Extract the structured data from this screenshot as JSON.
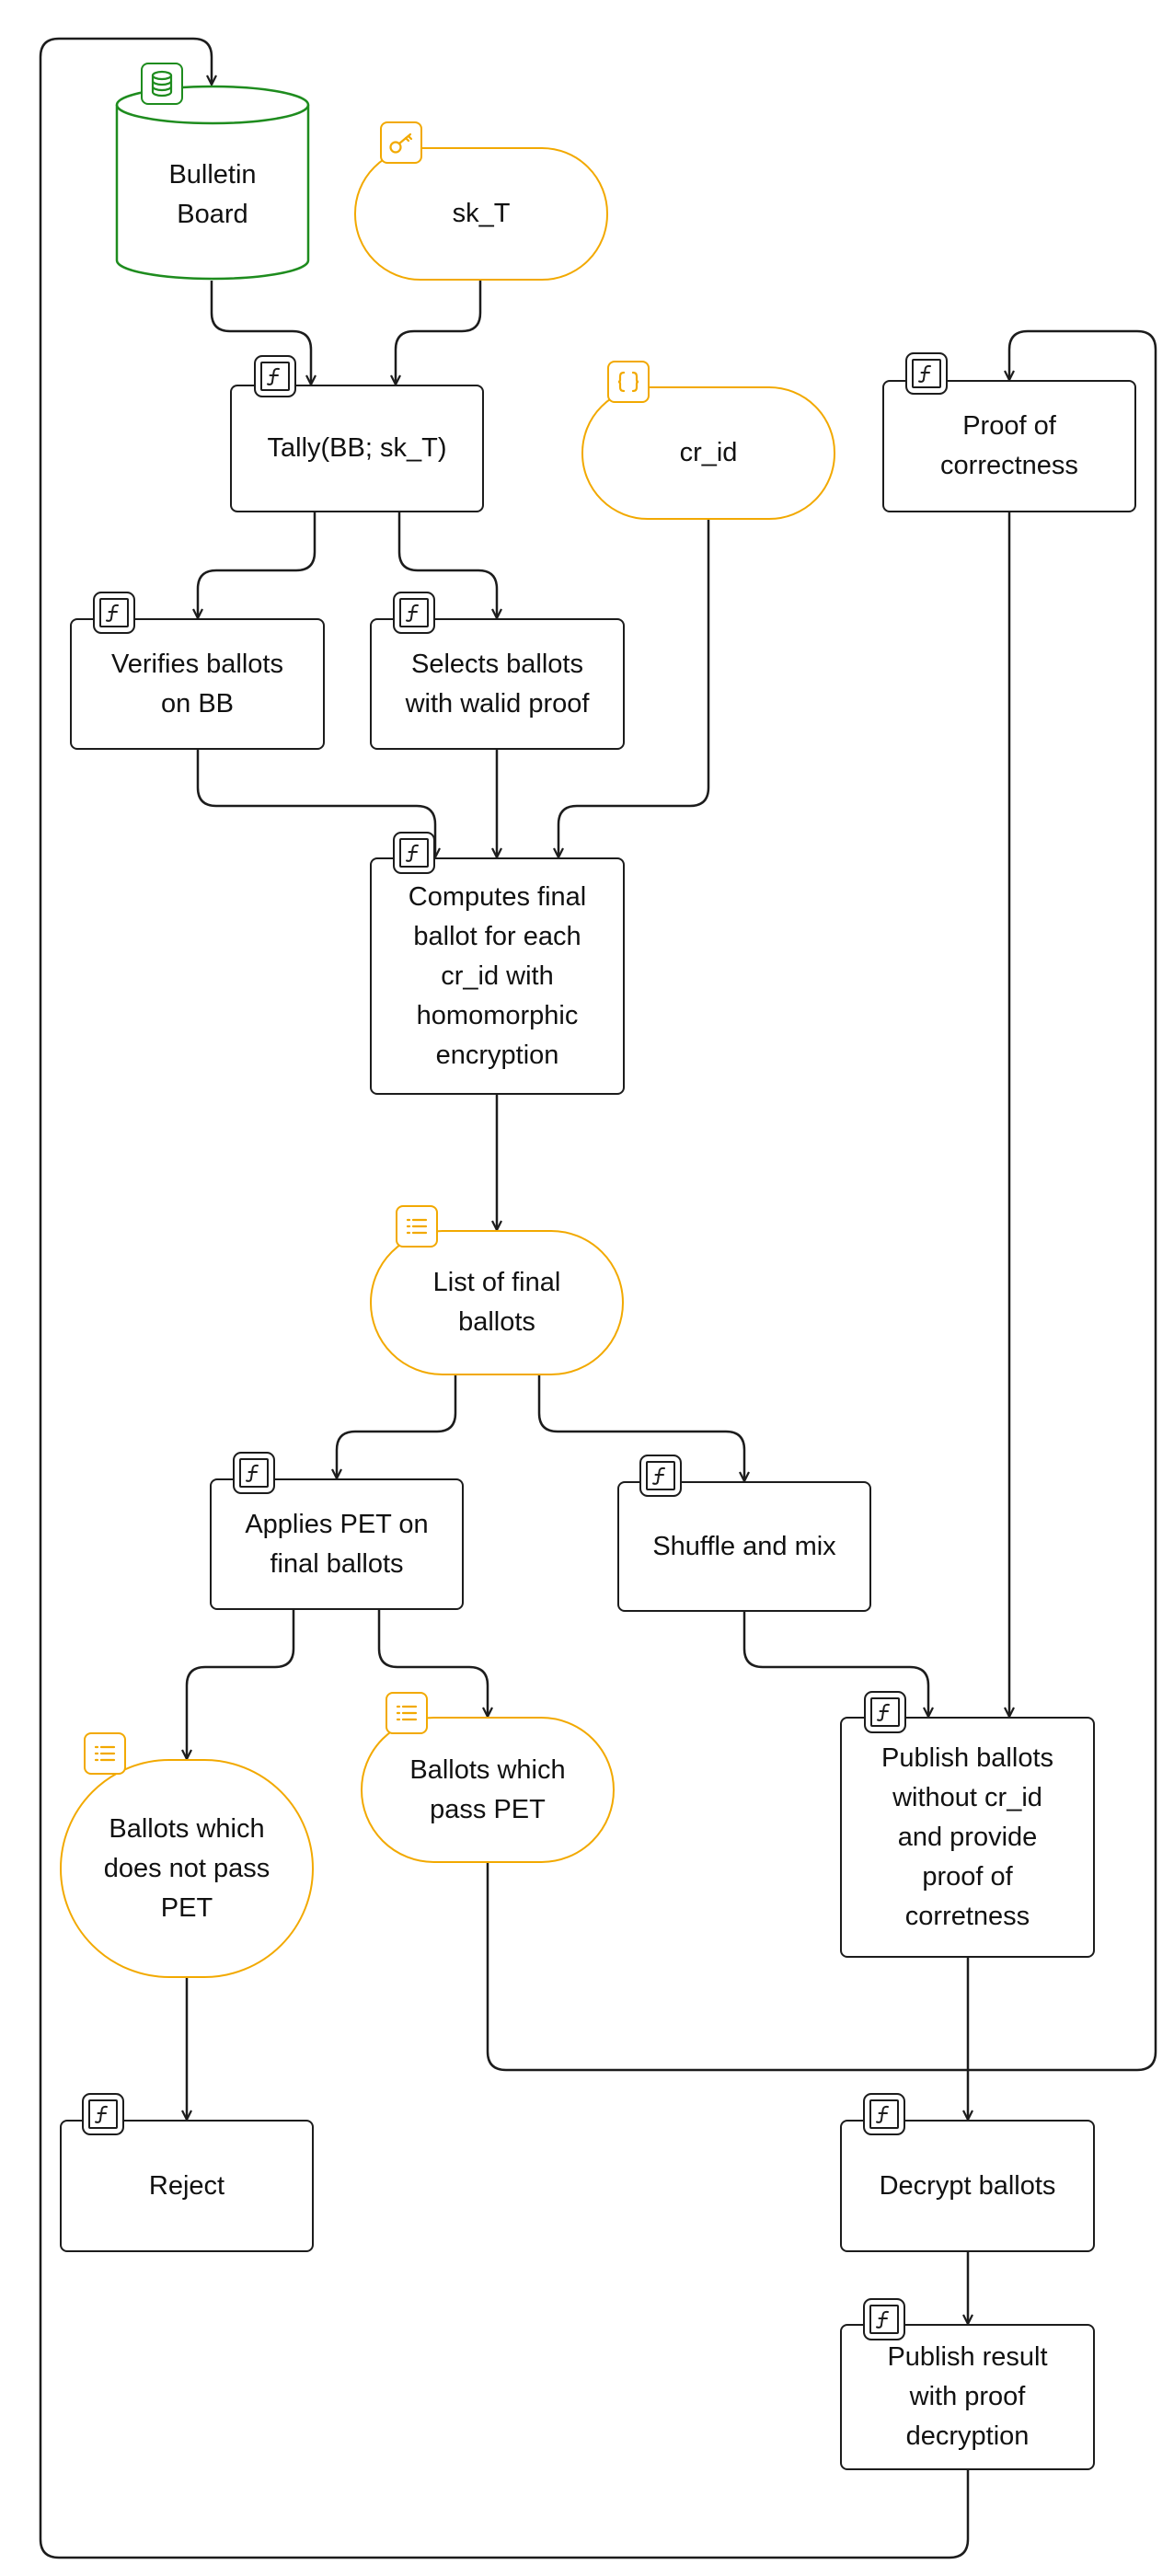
{
  "nodes": {
    "bulletin_board": "Bulletin\nBoard",
    "sk_t": "sk_T",
    "tally": "Tally(BB; sk_T)",
    "cr_id": "cr_id",
    "proof_of_correctness": "Proof of\ncorrectness",
    "verifies_ballots": "Verifies ballots\non BB",
    "selects_ballots": "Selects ballots\nwith walid proof",
    "computes_final_ballot": "Computes final\nballot for each\ncr_id with\nhomomorphic\nencryption",
    "list_of_final_ballots": "List of final\nballots",
    "applies_pet": "Applies PET on\nfinal ballots",
    "shuffle_and_mix": "Shuffle and mix",
    "ballots_not_pass_pet": "Ballots which\ndoes not pass\nPET",
    "ballots_pass_pet": "Ballots which\npass PET",
    "publish_ballots": "Publish ballots\nwithout cr_id\nand provide\nproof of\ncorretness",
    "reject": "Reject",
    "decrypt_ballots": "Decrypt ballots",
    "publish_result": "Publish result\nwith proof\ndecryption"
  },
  "colors": {
    "stroke": "#1c1c1c",
    "data_accent": "#f2a900",
    "storage_accent": "#1e8c1e",
    "background": "#ffffff"
  },
  "icons": {
    "function": "function-icon",
    "key": "key-icon",
    "json": "json-braces-icon",
    "list": "list-icon",
    "database": "database-icon"
  }
}
